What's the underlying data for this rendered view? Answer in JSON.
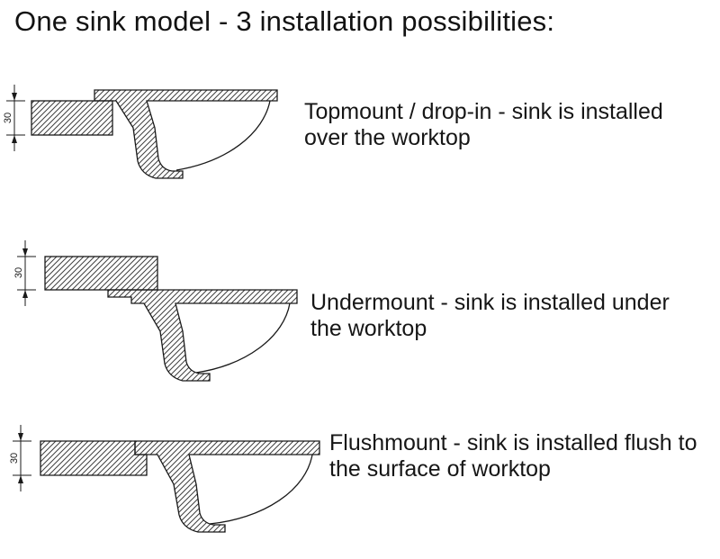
{
  "title": "One sink model - 3 installation possibilities:",
  "colors": {
    "line": "#1a1a1a",
    "text": "#161616",
    "background": "#ffffff"
  },
  "sections": [
    {
      "id": "topmount",
      "dimension_label": "30",
      "caption": "Topmount / drop-in - sink is installed over the worktop"
    },
    {
      "id": "undermount",
      "dimension_label": "30",
      "caption": "Undermount - sink is installed under the worktop"
    },
    {
      "id": "flushmount",
      "dimension_label": "30",
      "caption": "Flushmount - sink is installed flush to the surface of worktop"
    }
  ]
}
